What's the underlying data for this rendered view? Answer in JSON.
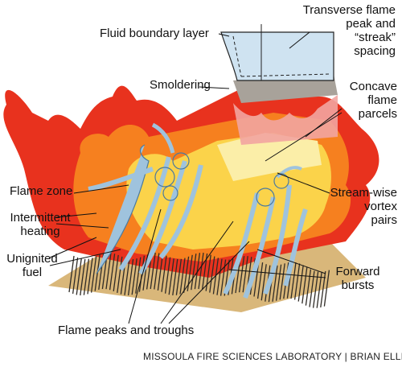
{
  "labels": {
    "fluid_boundary_layer": "Fluid boundary layer",
    "transverse_l1": "Transverse flame",
    "transverse_l2": "peak and",
    "transverse_l3": "“streak”",
    "transverse_l4": "spacing",
    "smoldering": "Smoldering",
    "concave_l1": "Concave",
    "concave_l2": "flame",
    "concave_l3": "parcels",
    "flame_zone": "Flame zone",
    "streamwise_l1": "Stream-wise",
    "streamwise_l2": "vortex",
    "streamwise_l3": "pairs",
    "intermittent_l1": "Intermittent",
    "intermittent_l2": "heating",
    "unignited_l1": "Unignited",
    "unignited_l2": "fuel",
    "forward_l1": "Forward",
    "forward_l2": "bursts",
    "flame_peaks_troughs": "Flame peaks and troughs"
  },
  "credit": "MISSOULA FIRE SCIENCES LABORATORY | BRIAN ELLING",
  "colors": {
    "flame_red": "#e8321e",
    "flame_orange": "#f6801f",
    "flame_yellow": "#fbd34a",
    "pale_yellow": "#fbeea8",
    "pink": "#f2a4a0",
    "vortex_blue": "#9fc3dd",
    "boundary_blue": "#cfe3f1",
    "smolder_gray": "#a8a29a",
    "fuel_dark": "#2f2b26",
    "ground": "#d9b77a"
  }
}
